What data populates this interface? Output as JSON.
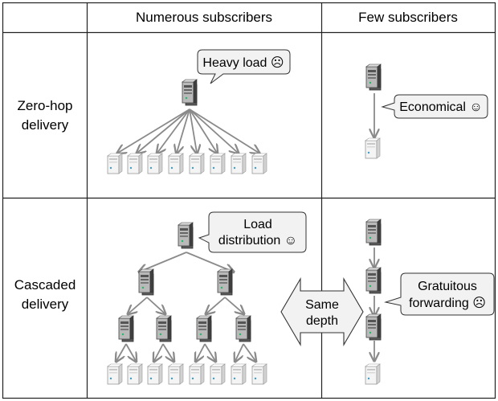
{
  "table": {
    "header": {
      "col1": "Numerous subscribers",
      "col2": "Few subscribers"
    },
    "rows": [
      {
        "label_line1": "Zero-hop",
        "label_line2": "delivery"
      },
      {
        "label_line1": "Cascaded",
        "label_line2": "delivery"
      }
    ]
  },
  "callouts": {
    "heavy_load": "Heavy load ☹",
    "economical": "Economical ☺",
    "load_distribution_line1": "Load",
    "load_distribution_line2": "distribution ☺",
    "gratuitous_line1": "Gratuitous",
    "gratuitous_line2": "forwarding ☹",
    "same_depth_line1": "Same",
    "same_depth_line2": "depth"
  },
  "icons": {
    "server_large": "server-tower-dark-icon",
    "server_small": "server-tower-light-icon",
    "arrow": "arrow-icon"
  },
  "colors": {
    "grid": "#222222",
    "arrow": "#8a8a8a",
    "bubble_fill": "#f2f2f2",
    "bubble_stroke": "#333333",
    "server_dark": "#4a4a4a",
    "server_light": "#eeeeee"
  }
}
